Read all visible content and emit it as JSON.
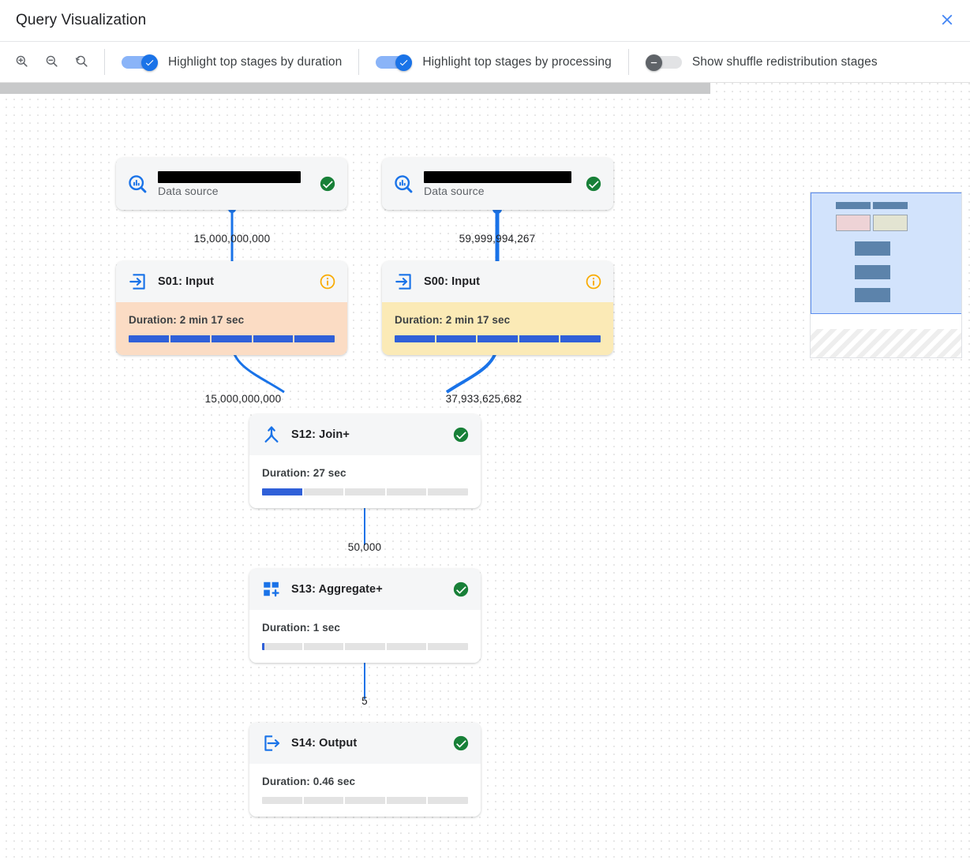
{
  "header": {
    "title": "Query Visualization",
    "close_icon": "close-icon"
  },
  "toolbar": {
    "zoom_in_icon": "zoom-in-icon",
    "zoom_out_icon": "zoom-out-icon",
    "zoom_reset_icon": "zoom-reset-icon",
    "toggles": [
      {
        "label": "Highlight top stages by duration",
        "state": "on"
      },
      {
        "label": "Highlight top stages by processing",
        "state": "on"
      },
      {
        "label": "Show shuffle redistribution stages",
        "state": "off"
      }
    ]
  },
  "colors": {
    "accent": "#1a73e8",
    "switch_on_track": "#8ab4f8",
    "switch_off_knob": "#5f6368",
    "success_green": "#188038",
    "info_orange": "#f9ab00",
    "highlight_duration": "#fbdcc4",
    "highlight_processing": "#fbeab6",
    "progress_fill": "#3060d8",
    "edge": "#1a73e8"
  },
  "graph": {
    "nodes": [
      {
        "id": "ds-left",
        "kind": "datasource",
        "icon": "bigquery-datasource-icon",
        "name_redacted": true,
        "subtitle": "Data source",
        "status": "success"
      },
      {
        "id": "ds-right",
        "kind": "datasource",
        "icon": "bigquery-datasource-icon",
        "name_redacted": true,
        "subtitle": "Data source",
        "status": "success"
      },
      {
        "id": "s01",
        "kind": "stage",
        "icon": "input-arrow-icon",
        "title": "S01: Input",
        "status": "info",
        "duration_label": "Duration: 2 min 17 sec",
        "progress_percent": 100,
        "highlight": "duration"
      },
      {
        "id": "s00",
        "kind": "stage",
        "icon": "input-arrow-icon",
        "title": "S00: Input",
        "status": "info",
        "duration_label": "Duration: 2 min 17 sec",
        "progress_percent": 100,
        "highlight": "processing"
      },
      {
        "id": "s12",
        "kind": "stage",
        "icon": "join-merge-icon",
        "title": "S12: Join+",
        "status": "success",
        "duration_label": "Duration: 27 sec",
        "progress_percent": 20,
        "highlight": "none"
      },
      {
        "id": "s13",
        "kind": "stage",
        "icon": "aggregate-icon",
        "title": "S13: Aggregate+",
        "status": "success",
        "duration_label": "Duration: 1 sec",
        "progress_percent": 1,
        "highlight": "none"
      },
      {
        "id": "s14",
        "kind": "stage",
        "icon": "output-arrow-icon",
        "title": "S14: Output",
        "status": "success",
        "duration_label": "Duration: 0.46 sec",
        "progress_percent": 0,
        "highlight": "none"
      }
    ],
    "edges": [
      {
        "from": "ds-left",
        "to": "s01",
        "label": "15,000,000,000"
      },
      {
        "from": "ds-right",
        "to": "s00",
        "label": "59,999,994,267"
      },
      {
        "from": "s01",
        "to": "s12",
        "label": "15,000,000,000"
      },
      {
        "from": "s00",
        "to": "s12",
        "label": "37,933,625,682"
      },
      {
        "from": "s12",
        "to": "s13",
        "label": "50,000"
      },
      {
        "from": "s13",
        "to": "s14",
        "label": "5"
      }
    ]
  },
  "minimap": {
    "name": "graph-minimap"
  }
}
